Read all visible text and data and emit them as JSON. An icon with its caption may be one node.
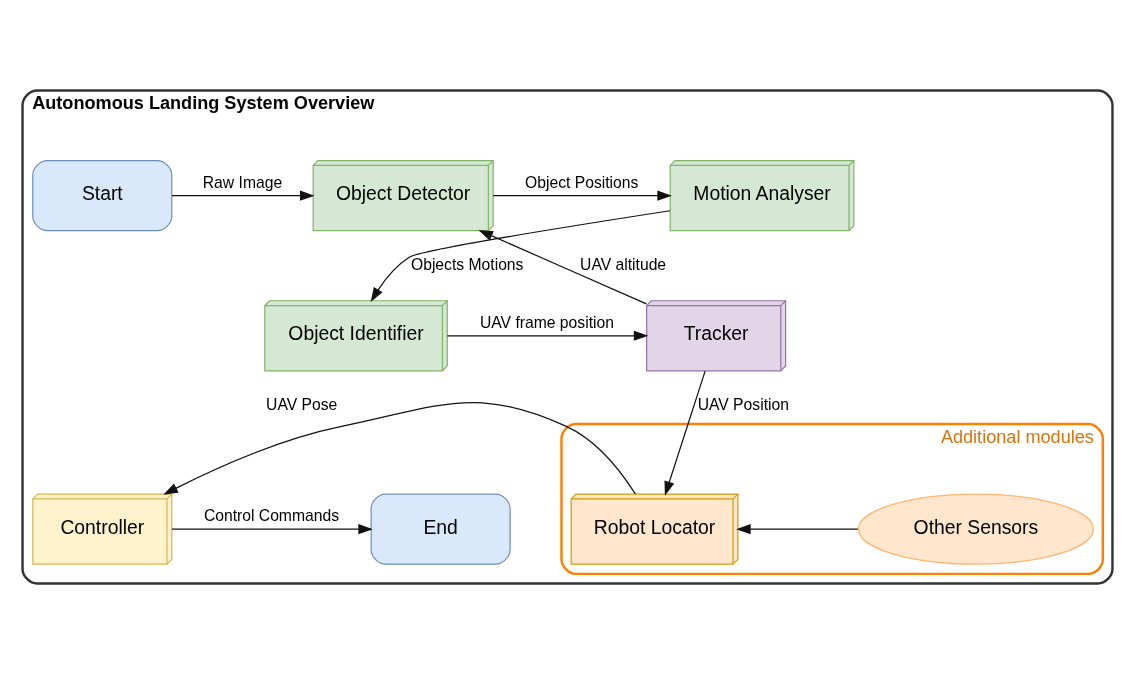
{
  "diagram": {
    "nodes": [
      {
        "text": [
          "Autonomous Landing System Overview"
        ]
      },
      {
        "text": [
          "Start"
        ],
        "in": 0
      },
      {
        "text": [
          "Object Detector"
        ],
        "in": 0
      },
      {
        "text": [
          "Motion Analyser"
        ],
        "in": 0
      },
      {
        "text": [
          "Object Identifier"
        ],
        "in": 0
      },
      {
        "text": [
          "Tracker"
        ],
        "in": 0
      },
      {
        "text": [
          "Additional modules"
        ],
        "in": 0
      },
      {
        "text": [
          "Other Sensors"
        ],
        "in": 6
      },
      {
        "text": [
          "Robot Locator"
        ],
        "in": 6
      },
      {
        "text": [
          "Controller"
        ],
        "in": 0
      },
      {
        "text": [
          "End"
        ],
        "in": 0
      }
    ],
    "edges": [
      {
        "from": 1,
        "to": 2,
        "arrow": "to",
        "label": "Raw Image"
      },
      {
        "from": 2,
        "to": 3,
        "arrow": "to",
        "label": "Object Positions"
      },
      {
        "from": 3,
        "to": 4,
        "arrow": "to",
        "label": "Objects Motions"
      },
      {
        "from": 4,
        "to": 5,
        "arrow": "to",
        "label": "UAV frame position"
      },
      {
        "from": 5,
        "to": 2,
        "arrow": "to",
        "label": "UAV altitude"
      },
      {
        "from": 5,
        "to": 8,
        "arrow": "to",
        "label": "UAV Position"
      },
      {
        "from": 7,
        "to": 8,
        "arrow": "to"
      },
      {
        "from": 8,
        "to": 9,
        "arrow": "to",
        "label": "UAV Pose"
      },
      {
        "from": 9,
        "to": 10,
        "arrow": "to",
        "label": "Control Commands"
      }
    ]
  }
}
